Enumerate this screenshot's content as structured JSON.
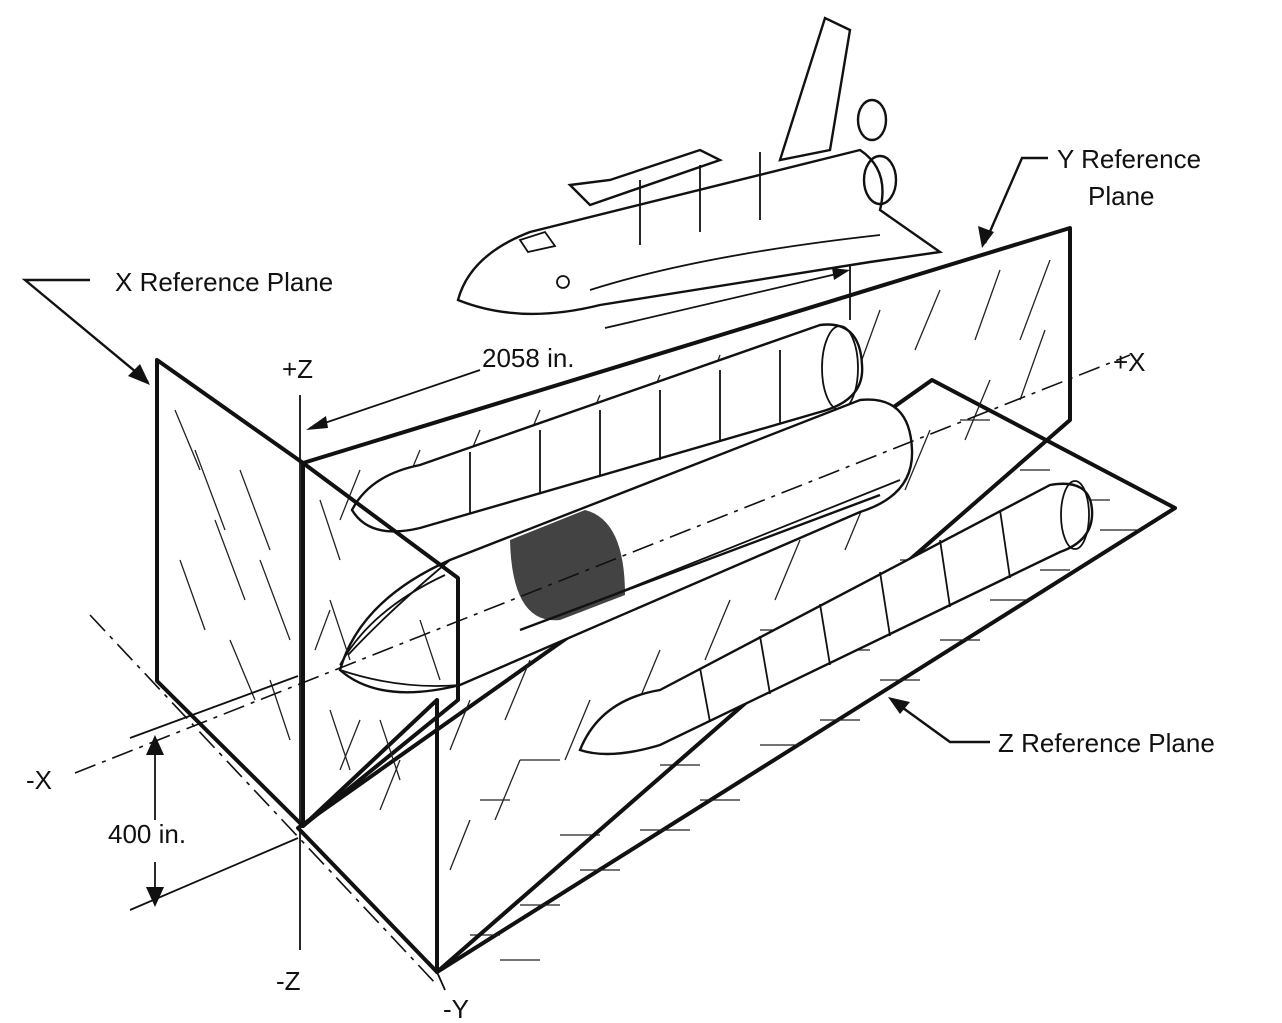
{
  "labels": {
    "x_reference_plane": "X Reference Plane",
    "y_reference_plane_line1": "Y Reference",
    "y_reference_plane_line2": "Plane",
    "z_reference_plane": "Z Reference Plane",
    "dimension_length": "2058 in.",
    "dimension_height": "400 in.",
    "axis_pos_x": "+X",
    "axis_neg_x": "-X",
    "axis_pos_z": "+Z",
    "axis_neg_z": "-Z",
    "axis_neg_y": "-Y"
  },
  "colors": {
    "ink": "#111111",
    "background": "#ffffff"
  }
}
